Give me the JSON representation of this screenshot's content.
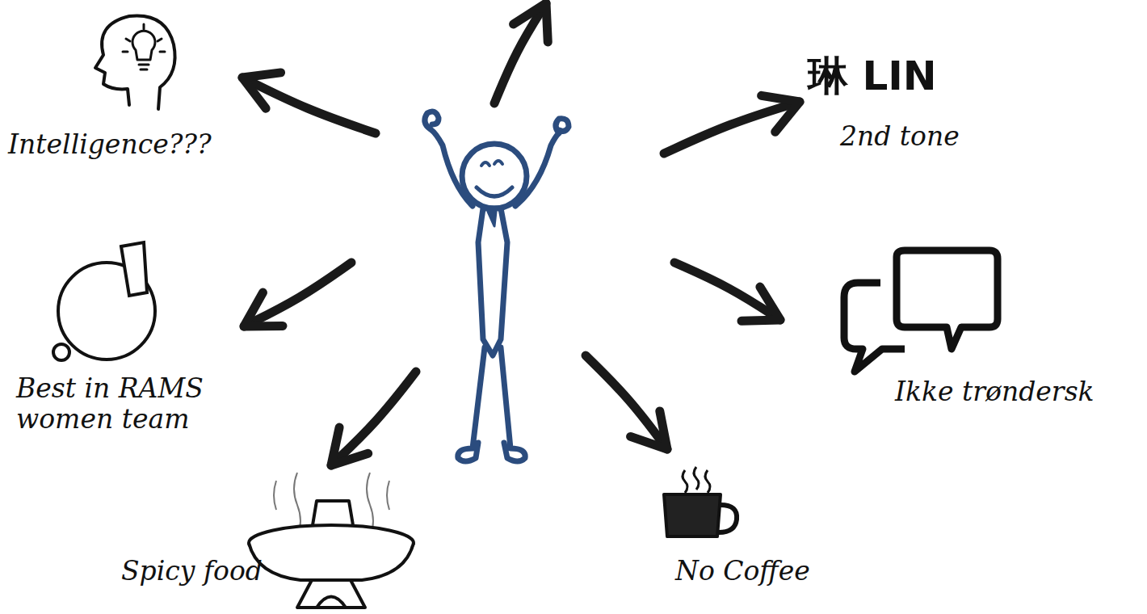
{
  "diagram": {
    "labels": [
      "Intelligence???",
      "琳 LIN",
      "2nd tone",
      "Ikke trøndersk",
      "Best in RAMS women team",
      "Spicy food",
      "No Coffee"
    ]
  }
}
